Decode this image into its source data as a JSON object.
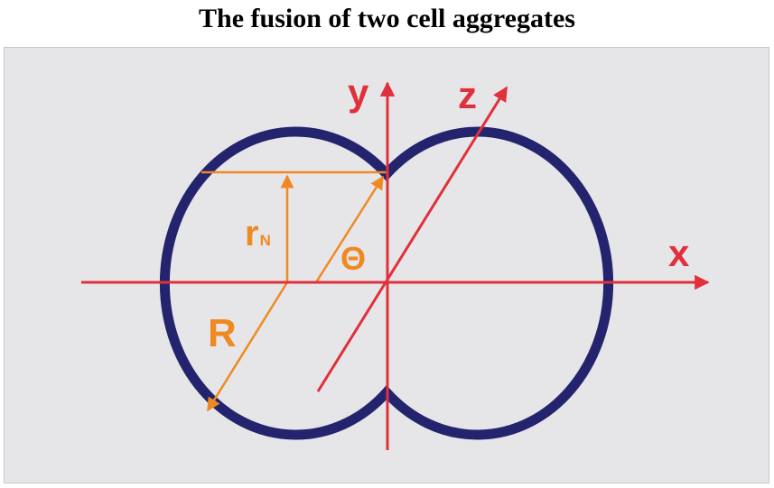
{
  "title": "The fusion of two cell aggregates",
  "labels": {
    "x_axis": "x",
    "y_axis": "y",
    "z_axis": "z",
    "radius": "R",
    "neck_radius": "r",
    "neck_radius_subscript": "N",
    "angle": "Θ"
  },
  "colors": {
    "background": "#e6e6e8",
    "outline": "#24246e",
    "axes": "#e0303c",
    "measure": "#ef8a22",
    "title": "#000000"
  }
}
